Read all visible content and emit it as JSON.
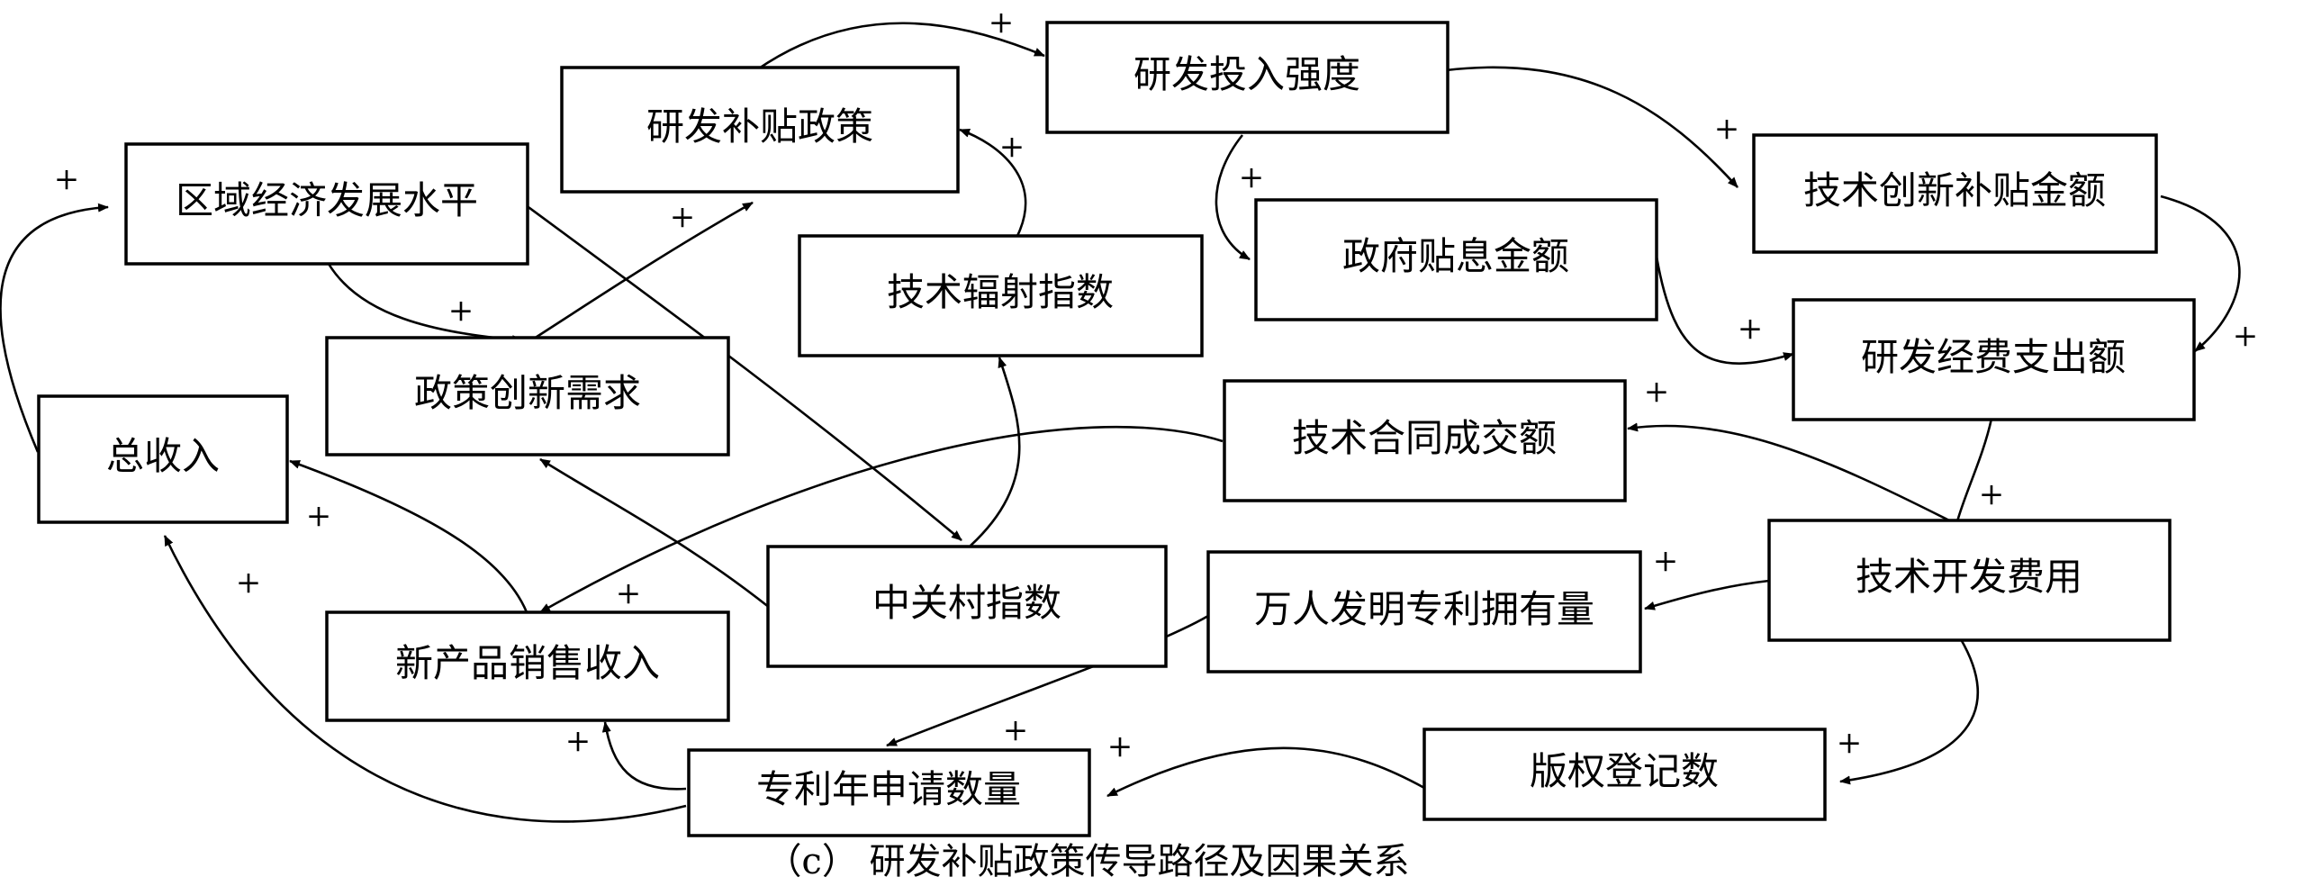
{
  "nodes": {
    "regional_econ": "区域经济发展水平",
    "rd_subsidy_policy": "研发补贴政策",
    "rd_intensity": "研发投入强度",
    "tech_innov_subsidy": "技术创新补贴金额",
    "gov_interest_subsidy": "政府贴息金额",
    "tech_radiation": "技术辐射指数",
    "policy_innov_demand": "政策创新需求",
    "total_revenue": "总收入",
    "rd_expenditure": "研发经费支出额",
    "tech_contract": "技术合同成交额",
    "zgc_index": "中关村指数",
    "tech_dev_cost": "技术开发费用",
    "patents_per_10k": "万人发明专利拥有量",
    "new_product_sales": "新产品销售收入",
    "copyright_reg": "版权登记数",
    "patent_applications": "专利年申请数量"
  },
  "edge_sign": "+",
  "caption": "（c） 研发补贴政策传导路径及因果关系"
}
